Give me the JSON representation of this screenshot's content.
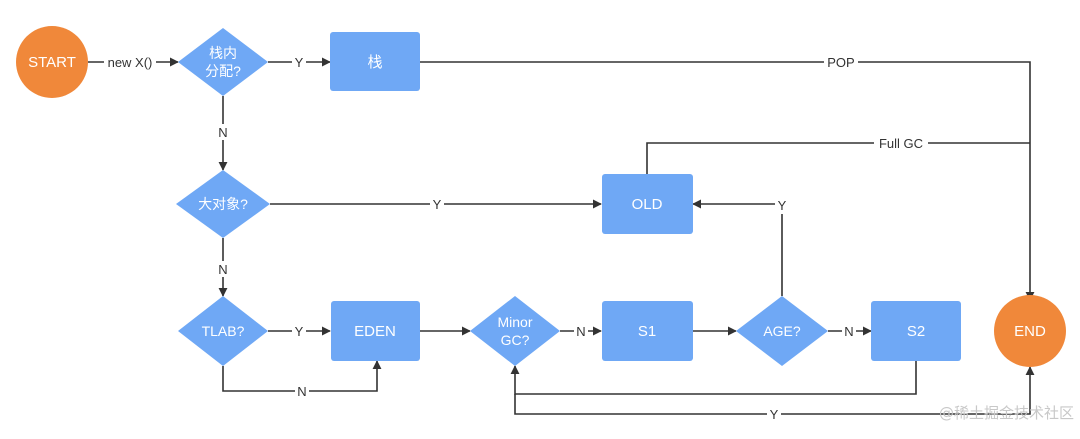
{
  "colors": {
    "terminal": "#f0883a",
    "process": "#6fa8f5",
    "decision": "#6fa8f5",
    "edge": "#333333"
  },
  "nodes": {
    "start": "START",
    "end": "END",
    "stack_alloc_q": [
      "栈内",
      "分配?"
    ],
    "stack": "栈",
    "big_object_q": "大对象?",
    "old": "OLD",
    "tlab_q": "TLAB?",
    "eden": "EDEN",
    "minor_gc_q": [
      "Minor",
      "GC?"
    ],
    "s1": "S1",
    "age_q": "AGE?",
    "s2": "S2"
  },
  "edge_labels": {
    "new_x": "new X()",
    "stack_yes": "Y",
    "pop": "POP",
    "stack_no": "N",
    "full_gc": "Full GC",
    "big_yes": "Y",
    "big_no": "N",
    "age_yes": "Y",
    "tlab_yes": "Y",
    "tlab_no": "N",
    "minor_no": "N",
    "age_no": "N",
    "s2_back": "Y"
  },
  "watermark": "@稀土掘金技术社区"
}
